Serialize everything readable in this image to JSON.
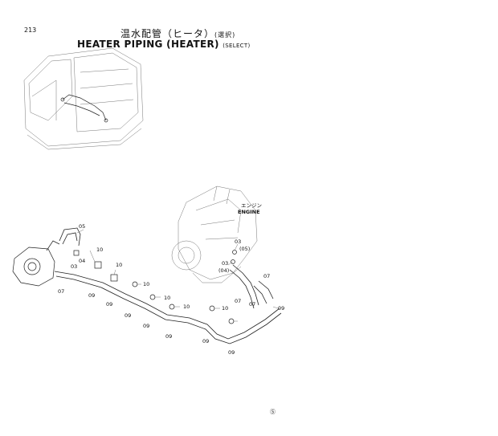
{
  "page_number": "213",
  "title_jp": "温水配管（ヒータ）",
  "title_jp_suffix": "(選択)",
  "title_en": "HEATER PIPING (HEATER)",
  "title_en_suffix": "(SELECT)",
  "engine_label_jp": "エンジン",
  "engine_label_en": "ENGINE",
  "corner_mark": "Ⓢ",
  "callouts": {
    "c05a": "05",
    "c03a": "03",
    "c04a": "04",
    "c07a": "07",
    "c10a": "10",
    "c10b": "10",
    "c09a": "09",
    "c10c": "10",
    "c09b": "09",
    "c10d": "10",
    "c09c": "09",
    "c09d": "09",
    "c10e": "10",
    "c10f": "10",
    "c09e": "09",
    "c03b": "03",
    "c05b": "(05)",
    "c03c": "03",
    "c04b": "(04)",
    "c07b": "07",
    "c07c": "07",
    "c07d": "07",
    "c09f": "09",
    "c07e": "07",
    "c09g": "09"
  }
}
